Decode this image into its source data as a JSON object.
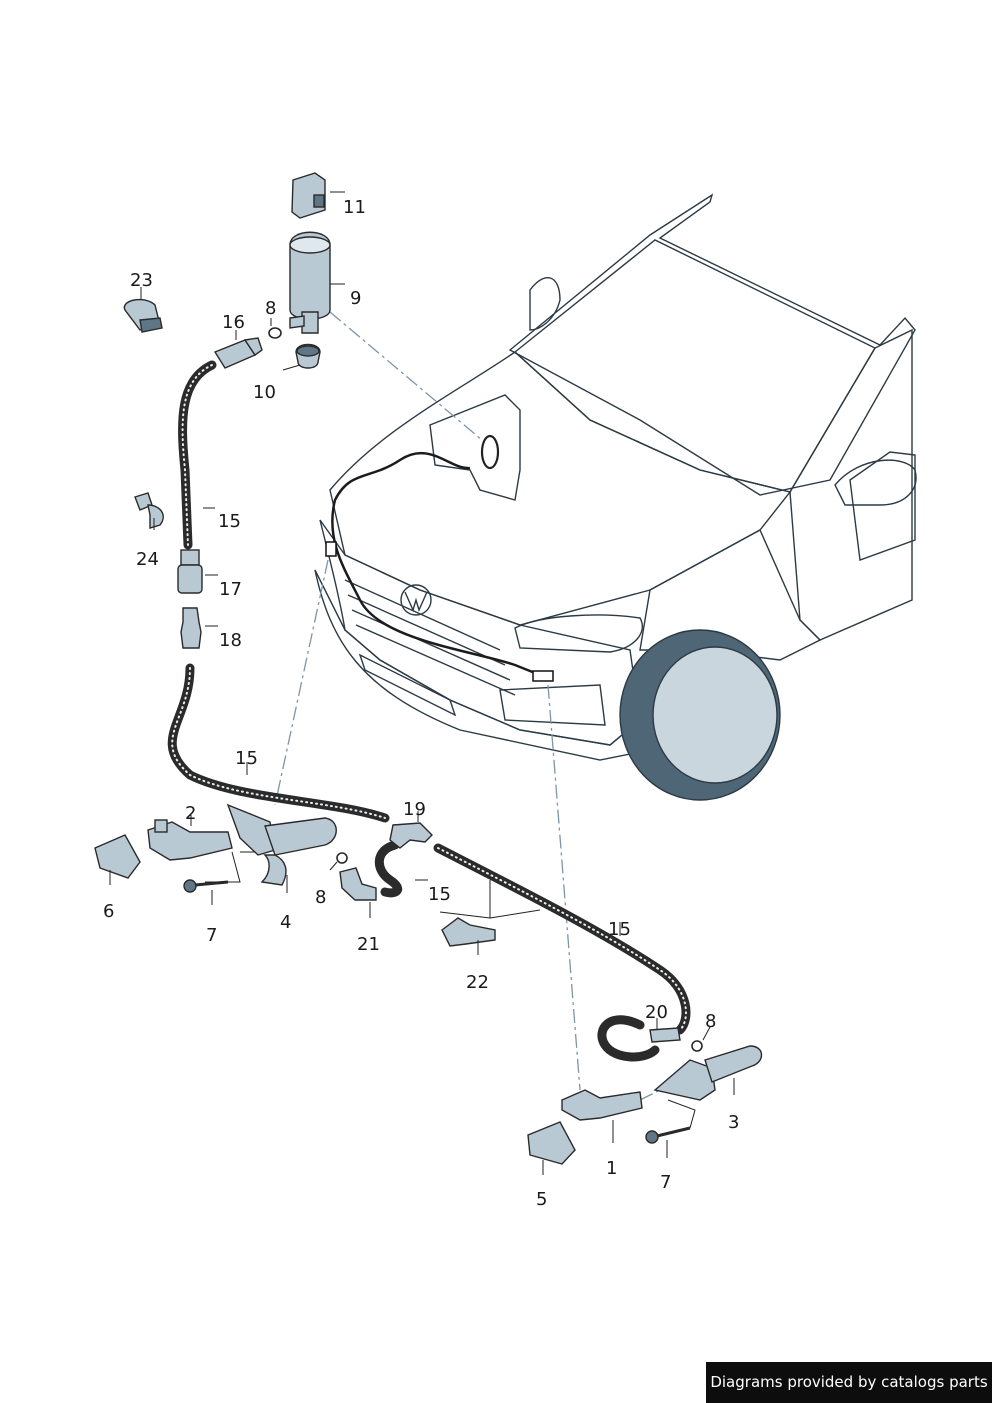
{
  "diagram": {
    "callouts": {
      "c1": "1",
      "c2": "2",
      "c3": "3",
      "c4": "4",
      "c5": "5",
      "c6": "6",
      "c7a": "7",
      "c7b": "7",
      "c8a": "8",
      "c8b": "8",
      "c8c": "8",
      "c9": "9",
      "c10": "10",
      "c11": "11",
      "c15a": "15",
      "c15b": "15",
      "c15c": "15",
      "c15d": "15",
      "c16": "16",
      "c17": "17",
      "c18": "18",
      "c19": "19",
      "c20": "20",
      "c21": "21",
      "c22": "22",
      "c23": "23",
      "c24": "24"
    }
  },
  "footer": {
    "credit": "Diagrams provided by catalogs parts"
  },
  "colors": {
    "part_fill": "#b9c9d4",
    "car_fill": "#c9d6de",
    "hose": "#2b2b2b",
    "footer_bg": "#0d0d0d"
  }
}
